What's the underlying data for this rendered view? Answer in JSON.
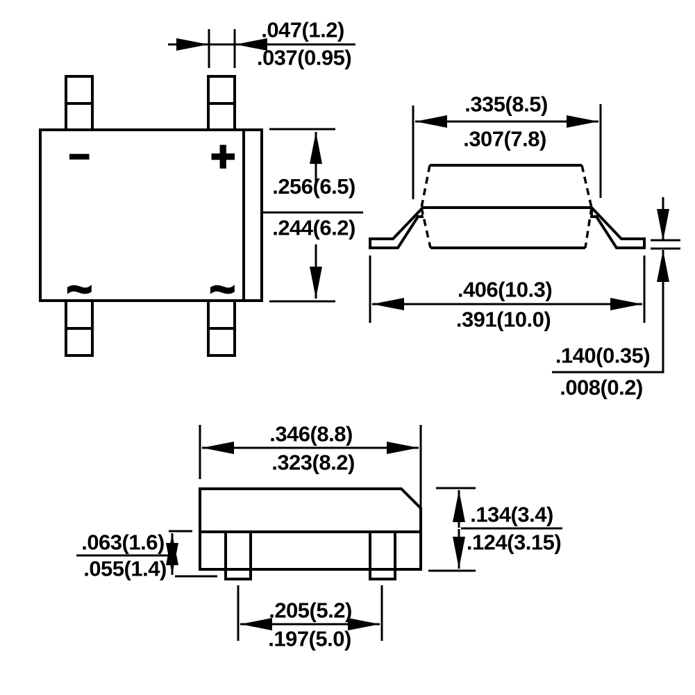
{
  "drawing": {
    "background_color": "#ffffff",
    "line_color": "#000000",
    "top_view_symbols": {
      "negative": "−",
      "positive": "+",
      "ac_left": "~",
      "ac_right": "~"
    },
    "dimensions": {
      "pin_width": {
        "upper": ".047(1.2)",
        "lower": ".037(0.95)"
      },
      "body_height_top": {
        "upper": ".256(6.5)",
        "lower": ".244(6.2)"
      },
      "shoulder_width": {
        "upper": ".335(8.5)",
        "lower": ".307(7.8)"
      },
      "lead_span": {
        "upper": ".406(10.3)",
        "lower": ".391(10.0)"
      },
      "lead_thickness": {
        "upper": ".140(0.35)",
        "lower": ".008(0.2)"
      },
      "body_width_front": {
        "upper": ".346(8.8)",
        "lower": ".323(8.2)"
      },
      "standoff_height": {
        "upper": ".063(1.6)",
        "lower": ".055(1.4)"
      },
      "body_height_front": {
        "upper": ".134(3.4)",
        "lower": ".124(3.15)"
      },
      "lead_pitch": {
        "upper": ".205(5.2)",
        "lower": ".197(5.0)"
      }
    }
  }
}
